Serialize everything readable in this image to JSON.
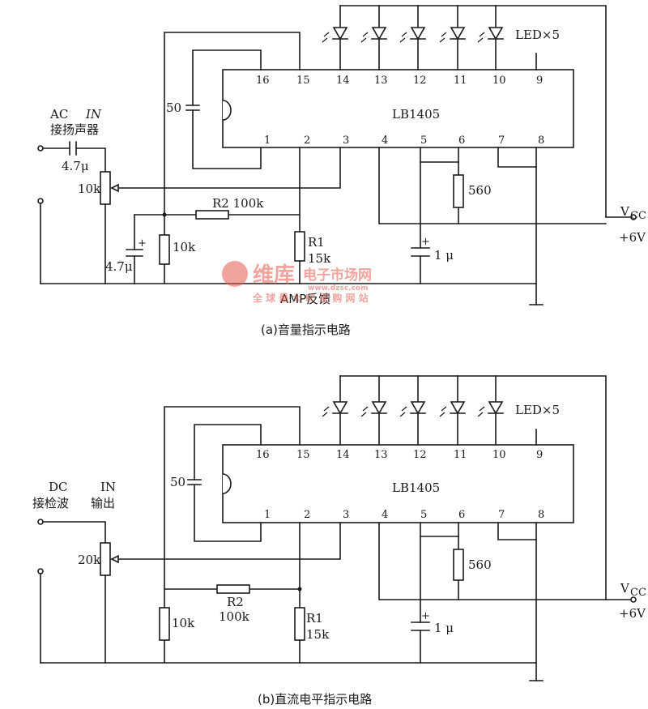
{
  "circuit_a": {
    "chip": "LB1405",
    "pins_top": [
      "16",
      "15",
      "14",
      "13",
      "12",
      "11",
      "10",
      "9"
    ],
    "pins_bottom": [
      "1",
      "2",
      "3",
      "4",
      "5",
      "6",
      "7",
      "8"
    ],
    "led_label": "LED×5",
    "input_type": "AC",
    "input_label": "IN",
    "input_source": "接扬声器",
    "c_in": "4.7μ",
    "pot": "10k",
    "c50": "50",
    "r2": "R2 100k",
    "r_10k": "10k",
    "c_47": "4.7μ",
    "r1": "R1",
    "r1_val": "15k",
    "r560": "560",
    "c1u": "1 μ",
    "vcc": "V",
    "vcc_sub": "CC",
    "supply": "+6V",
    "feedback": "AMP反馈",
    "caption": "(a)音量指示电路"
  },
  "circuit_b": {
    "chip": "LB1405",
    "pins_top": [
      "16",
      "15",
      "14",
      "13",
      "12",
      "11",
      "10",
      "9"
    ],
    "pins_bottom": [
      "1",
      "2",
      "3",
      "4",
      "5",
      "6",
      "7",
      "8"
    ],
    "led_label": "LED×5",
    "input_type": "DC",
    "input_label": "IN",
    "input_source": "接检波",
    "input_source2": "输出",
    "pot": "20k",
    "c50": "50",
    "r2": "R2",
    "r2_val": "100k",
    "r_10k": "10k",
    "r1": "R1",
    "r1_val": "15k",
    "r560": "560",
    "c1u": "1 μ",
    "vcc": "V",
    "vcc_sub": "CC",
    "supply": "+6V",
    "caption": "(b)直流电平指示电路"
  },
  "watermark": {
    "brand": "维库",
    "sub": "电子市场网",
    "url": "www.dzsc.com",
    "slogan": "全 球 最 大 IC 采 购 网 站"
  }
}
